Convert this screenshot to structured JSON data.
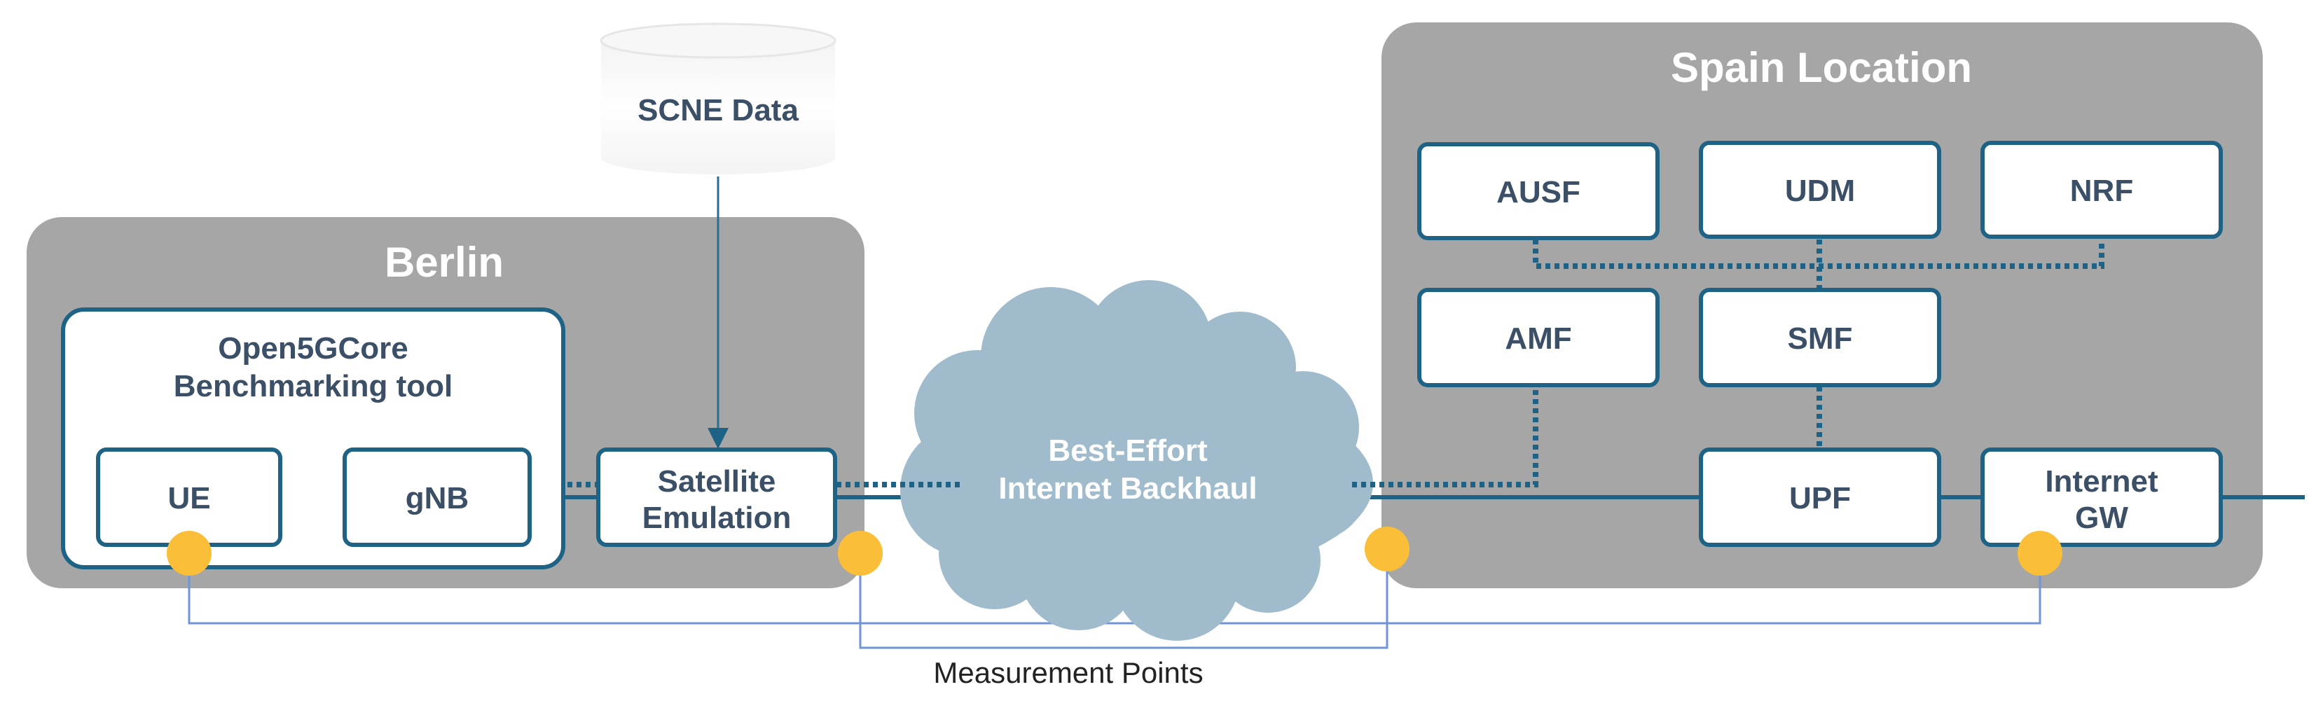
{
  "regions": {
    "berlin": {
      "title": "Berlin"
    },
    "spain": {
      "title": "Spain Location"
    }
  },
  "benchmark": {
    "title_line1": "Open5GCore",
    "title_line2": "Benchmarking tool"
  },
  "nodes": {
    "ue": {
      "label": "UE"
    },
    "gnb": {
      "label": "gNB"
    },
    "satellite": {
      "line1": "Satellite",
      "line2": "Emulation"
    },
    "ausf": {
      "label": "AUSF"
    },
    "udm": {
      "label": "UDM"
    },
    "nrf": {
      "label": "NRF"
    },
    "amf": {
      "label": "AMF"
    },
    "smf": {
      "label": "SMF"
    },
    "upf": {
      "label": "UPF"
    },
    "internet_gw": {
      "line1": "Internet",
      "line2": "GW"
    }
  },
  "database": {
    "label": "SCNE Data"
  },
  "cloud": {
    "line1": "Best-Effort",
    "line2": "Internet Backhaul"
  },
  "measurement": {
    "label": "Measurement Points"
  },
  "colors": {
    "region": "#a6a6a6",
    "node_border": "#1e6386",
    "node_text": "#3b4f66",
    "cloud": "#9fbbcc",
    "measure_dot": "#fbbe39",
    "measure_line": "#6f95d8"
  }
}
